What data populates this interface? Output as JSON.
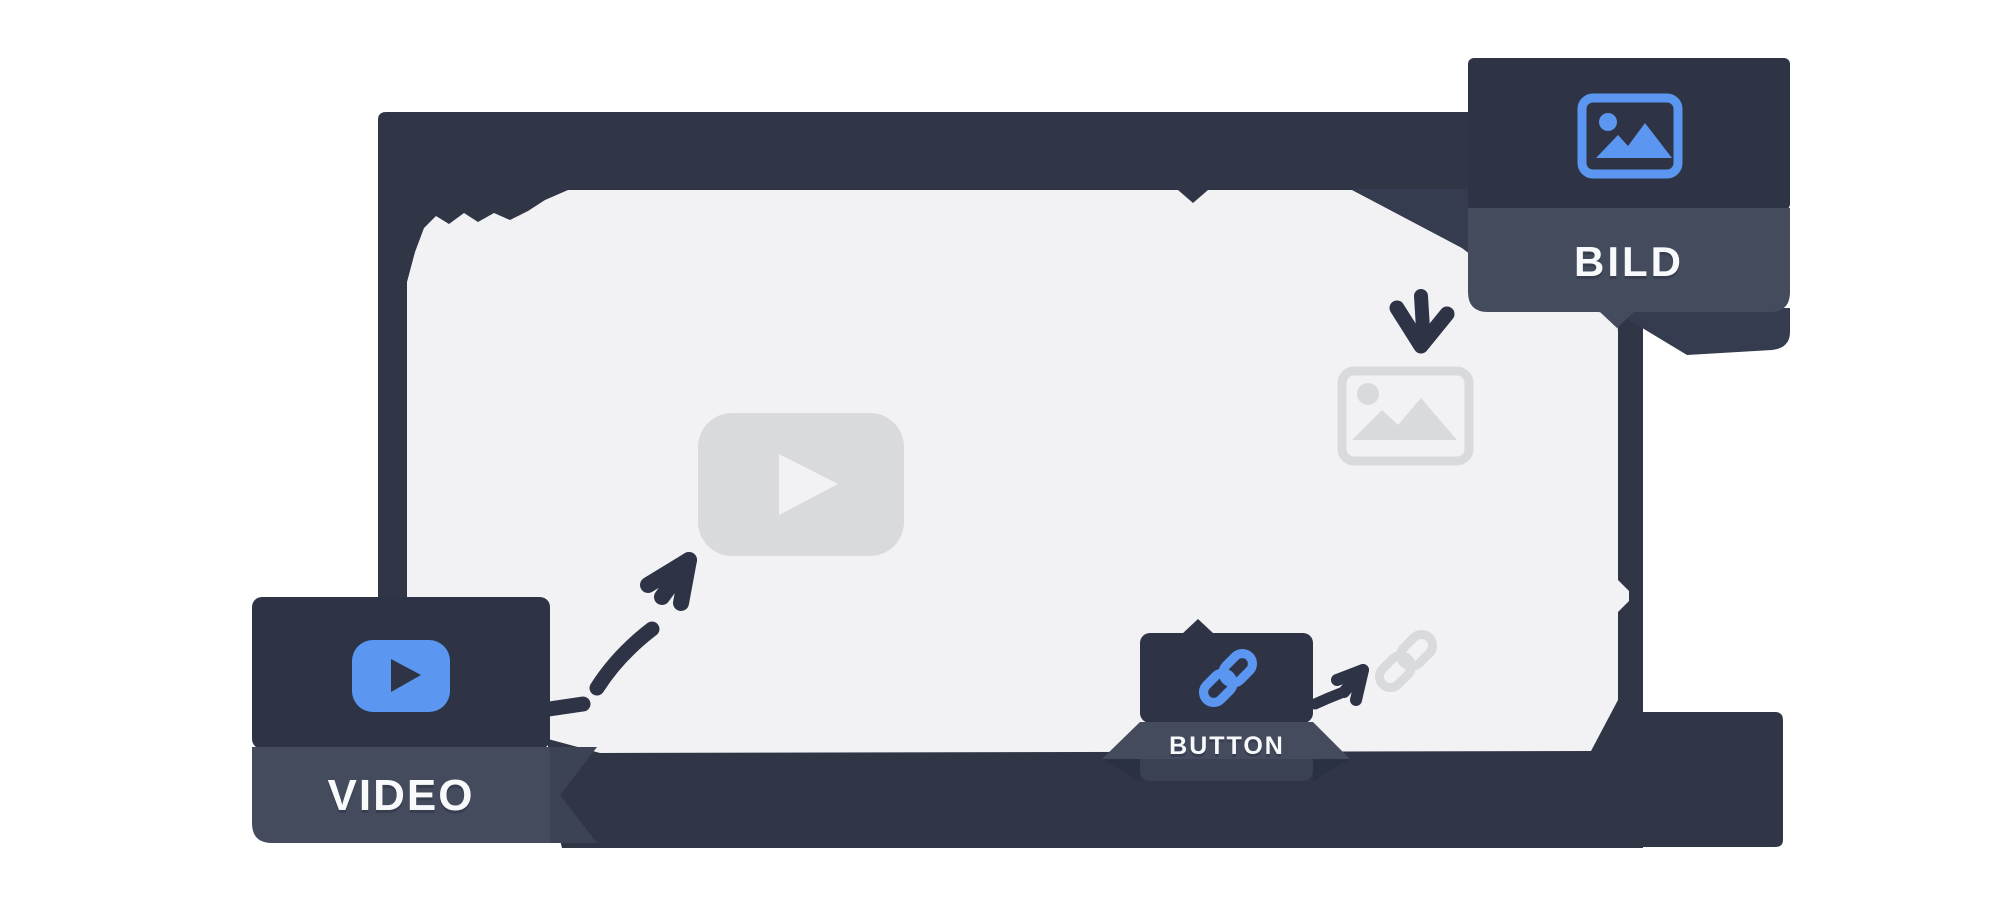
{
  "illustration": {
    "title": "drag-and-drop page builder illustration",
    "canvas": {
      "name": "page-canvas"
    },
    "cards": {
      "video": {
        "label": "VIDEO",
        "icon": "play-icon"
      },
      "bild": {
        "label": "BILD",
        "icon": "image-icon"
      },
      "button": {
        "label": "BUTTON",
        "icon": "link-icon"
      }
    },
    "ghosts": {
      "video": "ghost-play-icon",
      "bild": "ghost-image-icon",
      "button": "ghost-link-icon"
    },
    "arrows": [
      "arrow-up-right-video",
      "arrow-down-bild",
      "arrow-up-right-button"
    ]
  },
  "colors": {
    "page-bg": "#ffffff",
    "frame": "#303646",
    "card-dark": "#2e3445",
    "band": "#444b5d",
    "band-shadow": "#353c4f",
    "wing-dark": "#2a3142",
    "sub-shadow": "#3a4153",
    "video-wedge": "#3c4355",
    "canvas": "#f2f2f4",
    "ghost": "#d9dadd",
    "blue": "#5b96f1",
    "label-text": "#f8f9fb"
  }
}
